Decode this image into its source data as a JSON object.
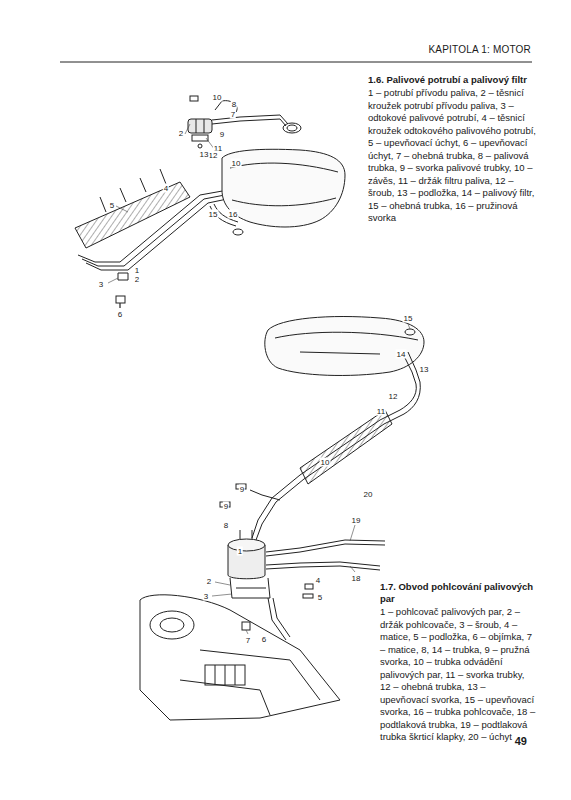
{
  "diagram": {
    "labels": [
      "KAPITOLA 1: MOTOR",
      "1.6. Palivové potrubí a palivový filtr",
      "1 – potrubí přívodu paliva, 2 – těsnicí kroužek potrubí přívodu paliva, 3 – odtokové palivové potrubí, 4 – těsnicí kroužek odtokového palivového potrubí, 5 – upevňovací úchyt, 6 – upevňovací úchyt, 7 – ohebná trubka, 8 – palivová trubka, 9 – svorka palivové trubky, 10 – závěs, 11 – držák filtru paliva, 12 – šroub, 13 – podložka, 14 – palivový filtr, 15 – ohebná trubka, 16 – pružinová svorka",
      "1.7. Obvod pohlcování palivových par",
      "1 – pohlcovač palivových par, 2 – držák pohlcovače, 3 – šroub, 4 – matice, 5 – podložka, 6 – objímka, 7 – matice, 8, 14 – trubka, 9 – pružná svorka, 10 – trubka odvádění palivových par, 11 – svorka trubky, 12 – ohebná trubka, 13 – upevňovací svorka, 15 – upevňovací svorka, 16 – trubka pohlcovače, 18 – podtlaková trubka, 19 – podtlaková trubka škrticí klapky, 20 – úchyt",
      "49",
      "10",
      "8",
      "7",
      "2",
      "9",
      "11",
      "12",
      "13",
      "10",
      "4",
      "5",
      "15",
      "16",
      "1",
      "2",
      "3",
      "6",
      "15",
      "14",
      "13",
      "12",
      "11",
      "10",
      "20",
      "9",
      "9",
      "8",
      "1",
      "19",
      "18",
      "2",
      "3",
      "4",
      "5",
      "7",
      "6"
    ]
  }
}
